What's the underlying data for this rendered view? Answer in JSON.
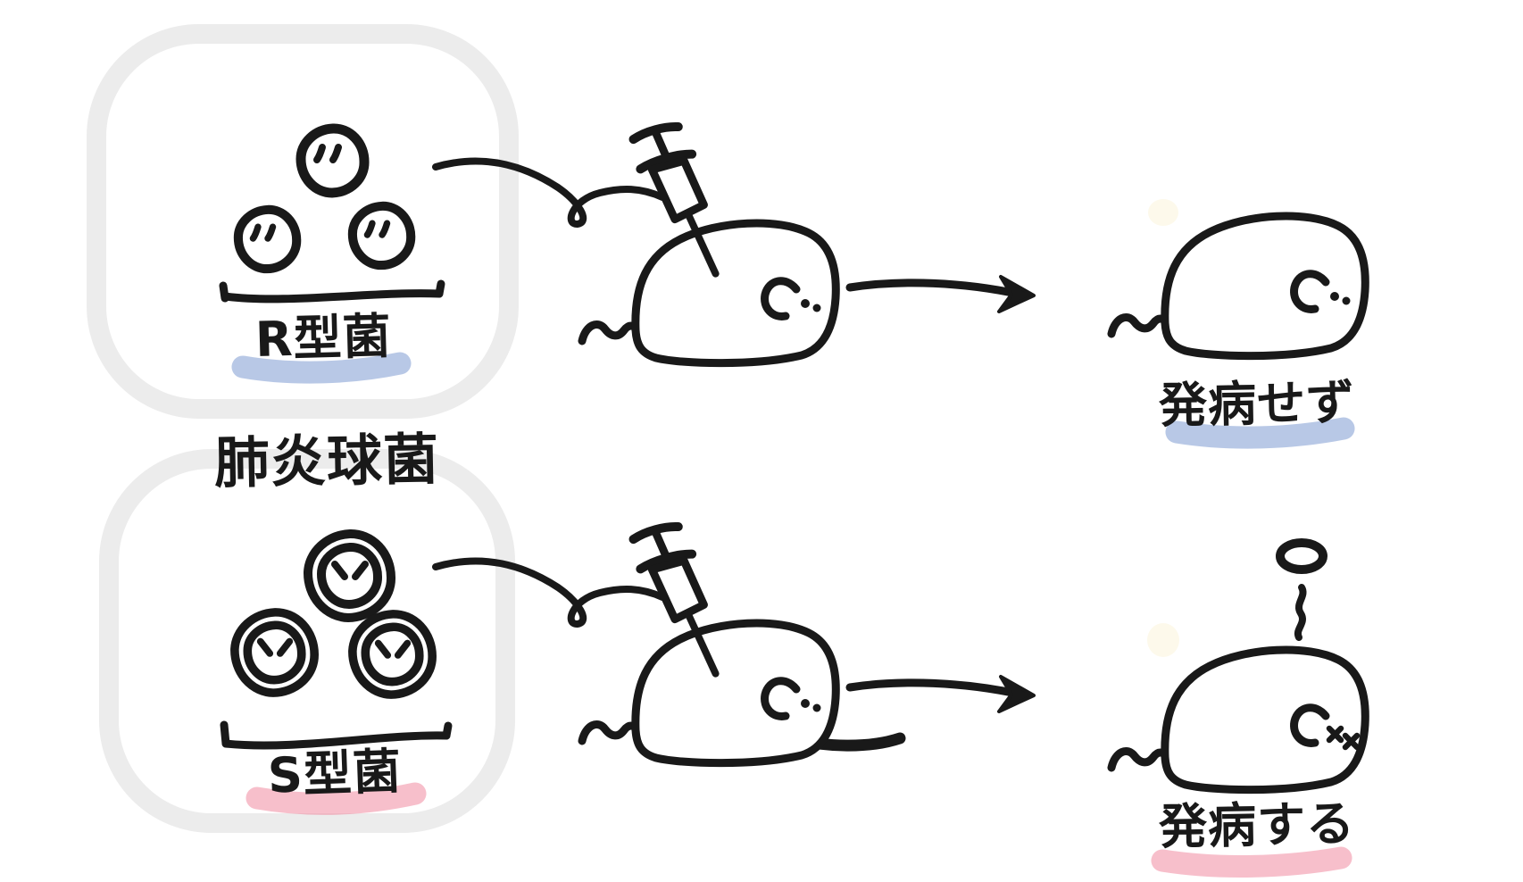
{
  "diagram": {
    "center_label": "肺炎球菌",
    "top_group": {
      "label": "R型菌",
      "bacteria_count": 3,
      "result": "発病せず"
    },
    "bottom_group": {
      "label": "S型菌",
      "bacteria_count": 3,
      "result": "発病する"
    }
  },
  "colors": {
    "ink": "#191919",
    "bacteria_orange": "#f2873a",
    "capsule_purple": "#c7abe9",
    "halo_yellow": "#f2c31c",
    "highlight_blue": "#7d9ad2",
    "highlight_pink": "#f08ba0",
    "enclosure_gray": "#ececec",
    "background": "#ffffff"
  }
}
